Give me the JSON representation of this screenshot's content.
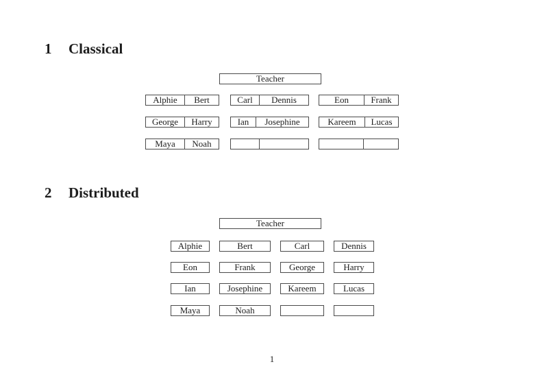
{
  "document": {
    "page_number": "1"
  },
  "classical": {
    "number": "1",
    "title": "Classical",
    "teacher_label": "Teacher",
    "desks": [
      {
        "left": "Alphie",
        "right": "Bert"
      },
      {
        "left": "Carl",
        "right": "Dennis"
      },
      {
        "left": "Eon",
        "right": "Frank"
      },
      {
        "left": "George",
        "right": "Harry"
      },
      {
        "left": "Ian",
        "right": "Josephine"
      },
      {
        "left": "Kareem",
        "right": "Lucas"
      },
      {
        "left": "Maya",
        "right": "Noah"
      },
      {
        "left": "",
        "right": ""
      },
      {
        "left": "",
        "right": ""
      }
    ]
  },
  "distributed": {
    "number": "2",
    "title": "Distributed",
    "teacher_label": "Teacher",
    "seats": [
      "Alphie",
      "Bert",
      "Carl",
      "Dennis",
      "Eon",
      "Frank",
      "George",
      "Harry",
      "Ian",
      "Josephine",
      "Kareem",
      "Lucas",
      "Maya",
      "Noah",
      "",
      ""
    ]
  },
  "colors": {
    "border": "#4a4a4a",
    "text": "#1c1c1c",
    "background": "#ffffff"
  }
}
